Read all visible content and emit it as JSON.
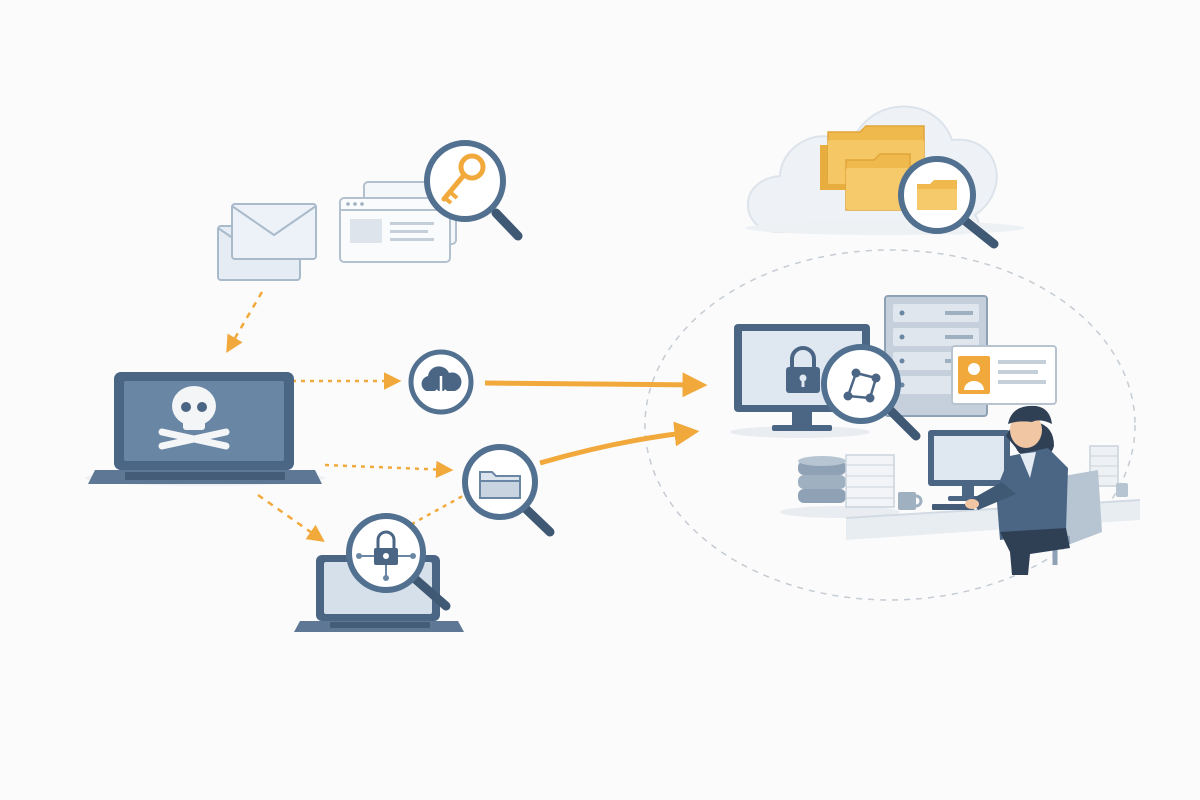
{
  "illustration": {
    "nodes": [
      {
        "id": "phishing-emails",
        "icon": "envelope-icon"
      },
      {
        "id": "web-login-page",
        "icon": "browser-window-icon"
      },
      {
        "id": "credential-search",
        "icon": "key-magnifier-icon"
      },
      {
        "id": "compromised-laptop",
        "icon": "skull-crossbones-icon"
      },
      {
        "id": "cloud-download",
        "icon": "cloud-download-icon"
      },
      {
        "id": "file-search",
        "icon": "folder-magnifier-icon"
      },
      {
        "id": "network-lock-search",
        "icon": "lock-network-magnifier-icon"
      },
      {
        "id": "cloud-folders",
        "icon": "cloud-folder-icon"
      },
      {
        "id": "secure-workstation",
        "icon": "padlock-monitor-icon"
      },
      {
        "id": "server-rack",
        "icon": "server-icon"
      },
      {
        "id": "user-profile-card",
        "icon": "user-card-icon"
      },
      {
        "id": "analyst",
        "icon": "person-at-desk-icon"
      }
    ],
    "flows": [
      {
        "from": "phishing-emails",
        "to": "compromised-laptop",
        "style": "dashed"
      },
      {
        "from": "compromised-laptop",
        "to": "cloud-download",
        "style": "dotted"
      },
      {
        "from": "compromised-laptop",
        "to": "file-search",
        "style": "dotted"
      },
      {
        "from": "compromised-laptop",
        "to": "network-lock-search",
        "style": "dashed"
      },
      {
        "from": "cloud-download",
        "to": "security-zone",
        "style": "solid"
      },
      {
        "from": "file-search",
        "to": "security-zone",
        "style": "solid"
      }
    ],
    "colors": {
      "accent": "#f2a93b",
      "steel": "#4b6585",
      "steel_dark": "#34495f",
      "screen": "#dfe8f1",
      "folder": "#f3c05a",
      "outline": "#c9d3dd",
      "zone_border": "#c5ccd3"
    }
  }
}
